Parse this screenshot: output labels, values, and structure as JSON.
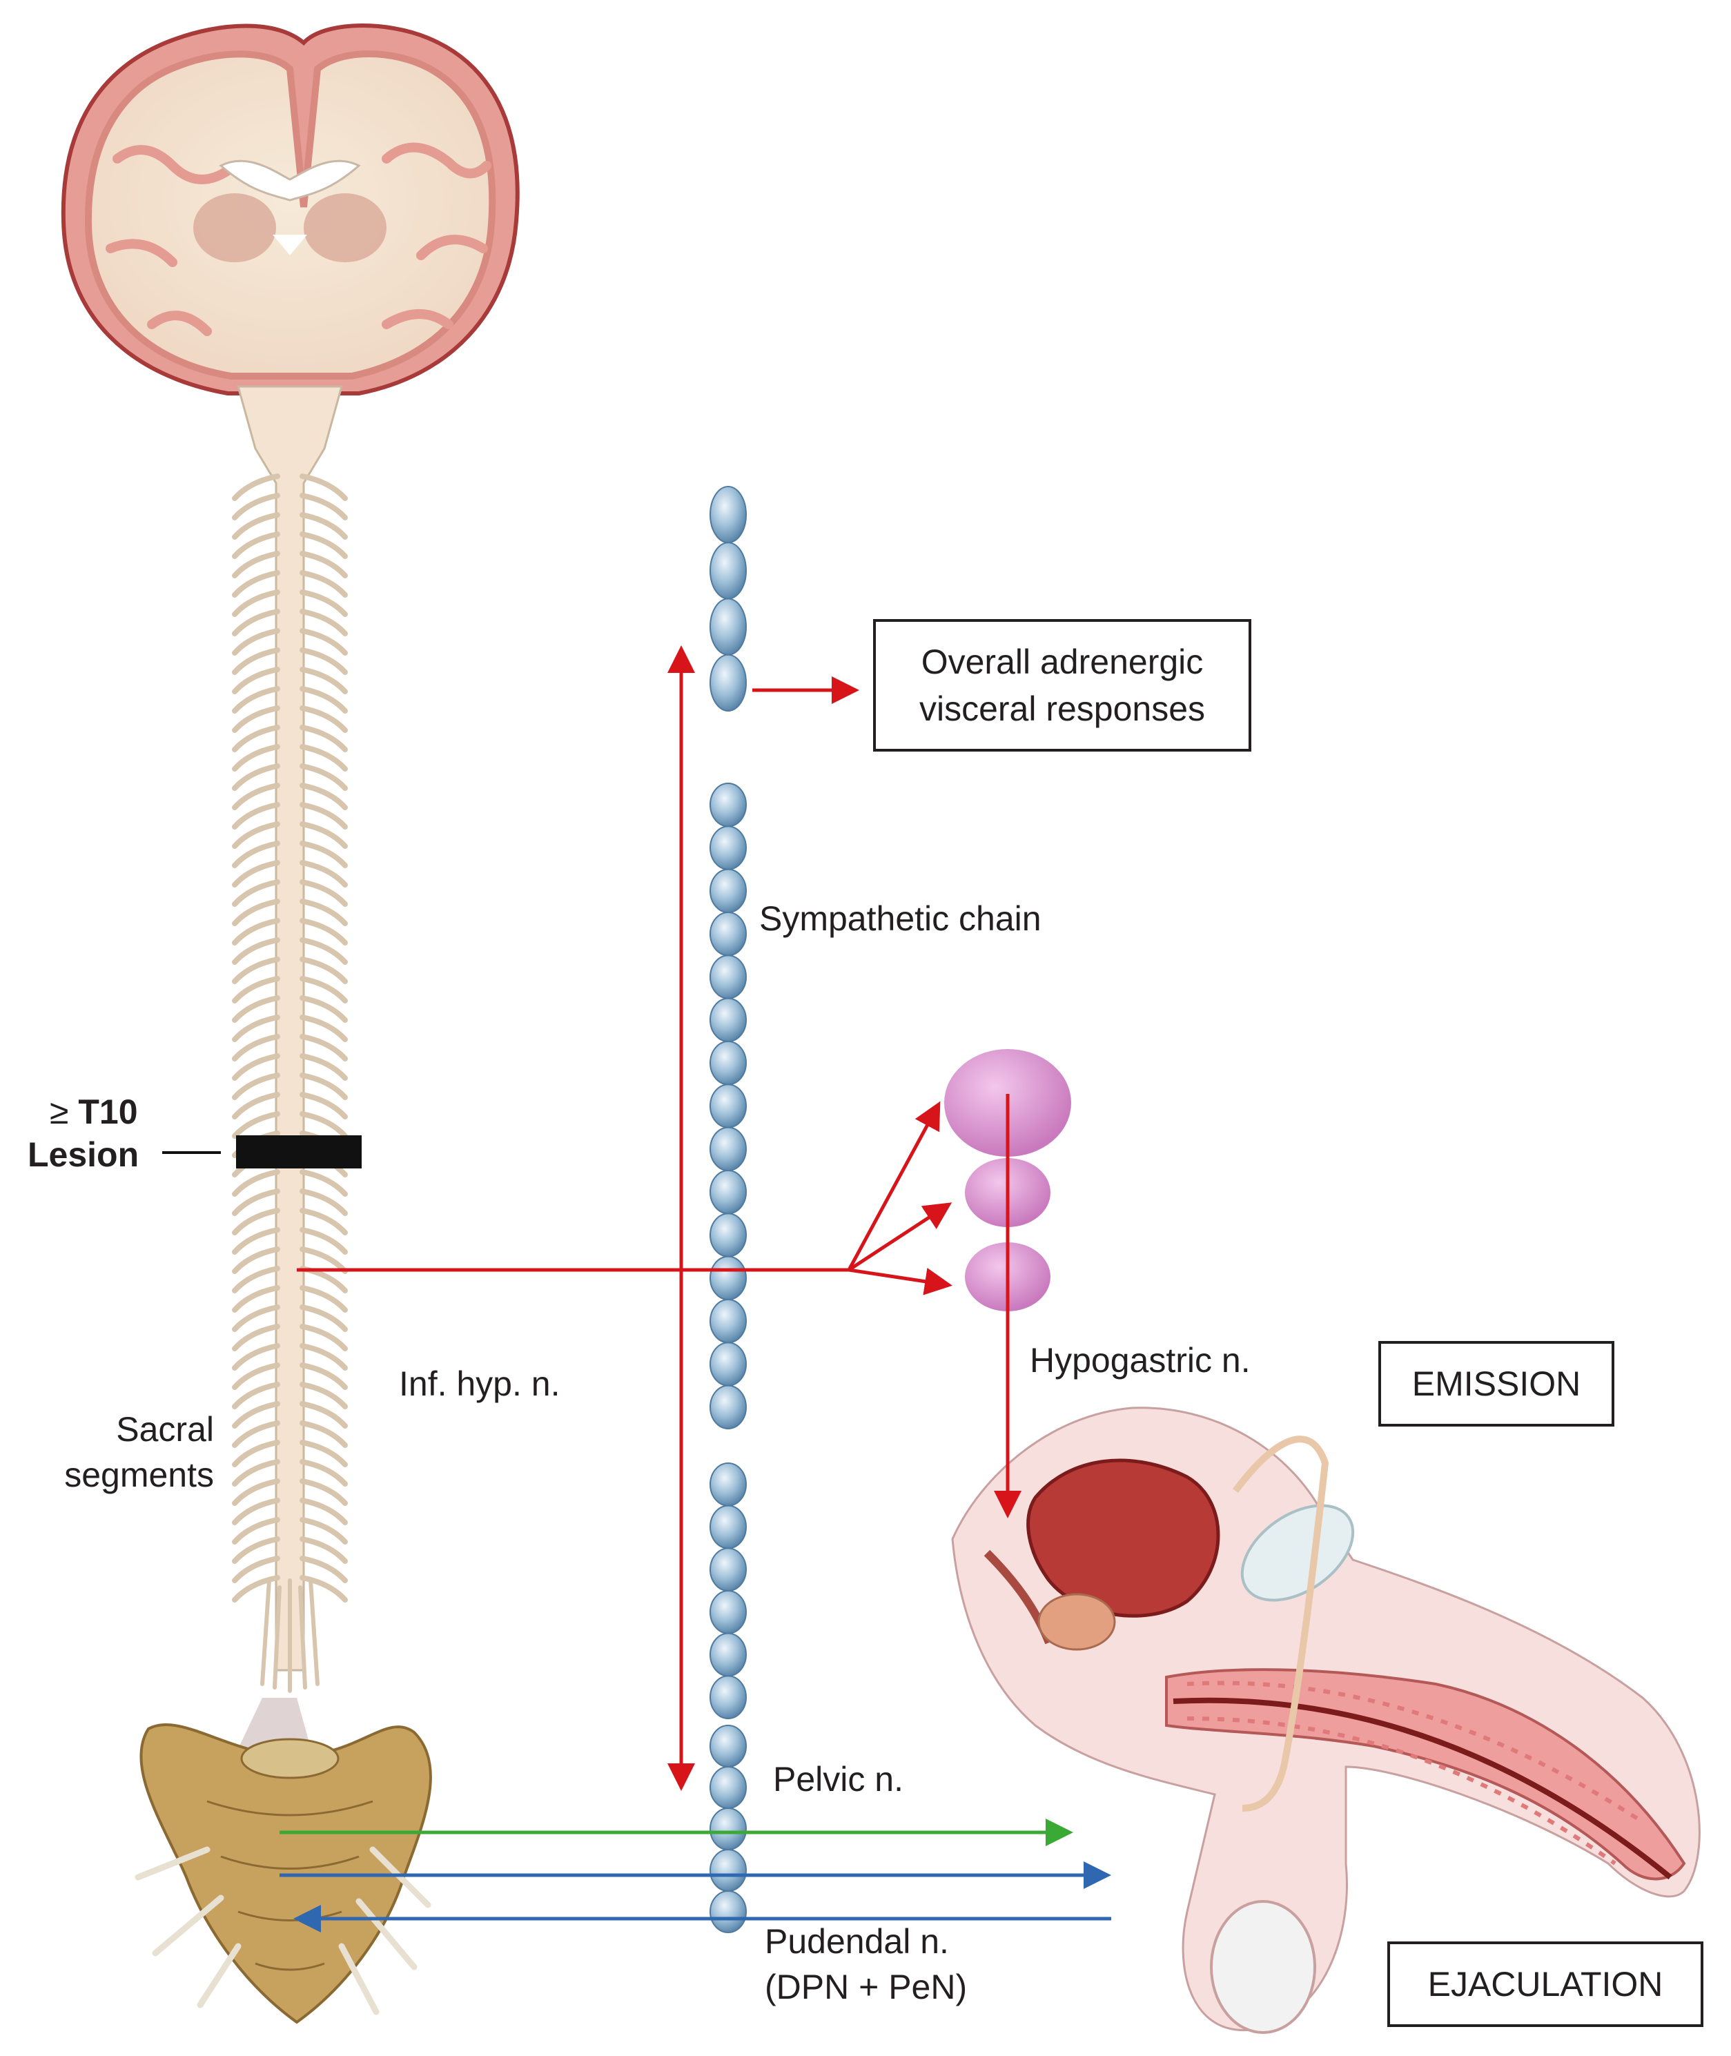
{
  "labels": {
    "overall_line1": "Overall adrenergic",
    "overall_line2": "visceral responses",
    "sympathetic_chain": "Sympathetic chain",
    "lesion_level_prefix": "≥",
    "lesion_level": "T10",
    "lesion": "Lesion",
    "hypogastric": "Hypogastric n.",
    "inf_hyp": "Inf. hyp. n.",
    "sacral_line1": "Sacral",
    "sacral_line2": "segments",
    "emission": "EMISSION",
    "pelvic": "Pelvic n.",
    "pudendal_line1": "Pudendal n.",
    "pudendal_line2": "(DPN + PeN)",
    "ejaculation": "EJACULATION"
  },
  "colors": {
    "efferent_red": "#d7141a",
    "afferent_green": "#3aa935",
    "pudendal_blue": "#2f67b1",
    "ganglion_pink": "#d98fce",
    "chain_blue": "#8fb4d0",
    "cord": "#f3e3d0",
    "cortex": "#e8a49a",
    "sacrum": "#c7a15e",
    "lesion_black": "#111111"
  }
}
